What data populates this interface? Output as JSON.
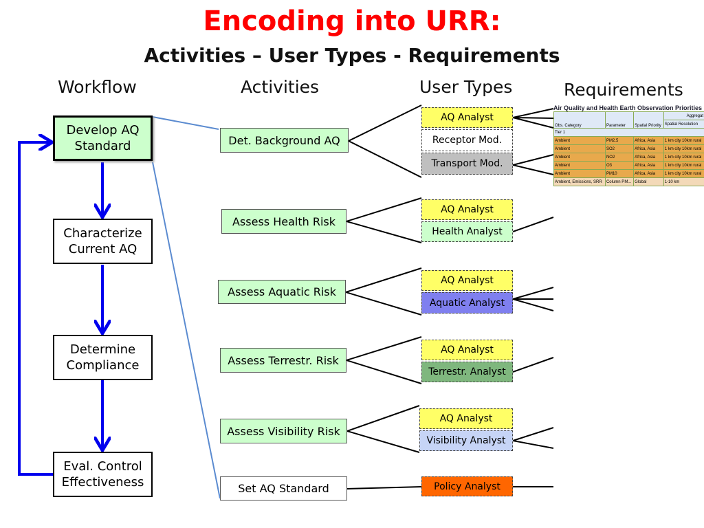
{
  "title": "Encoding into URR:",
  "subtitle": "Activities – User Types - Requirements",
  "columns": {
    "workflow": "Workflow",
    "activities": "Activities",
    "user_types": "User Types",
    "requirements": "Requirements"
  },
  "workflow": [
    "Develop AQ Standard",
    "Characterize Current AQ",
    "Determine Compliance",
    "Eval. Control Effectiveness"
  ],
  "activities": [
    "Det. Background AQ",
    "Assess Health Risk",
    "Assess Aquatic Risk",
    "Assess Terrestr. Risk",
    "Assess Visibility Risk",
    "Set  AQ Standard"
  ],
  "user_types": [
    [
      {
        "label": "AQ Analyst",
        "color": "#ffff66"
      },
      {
        "label": "Receptor Mod.",
        "color": "#ffffff"
      },
      {
        "label": "Transport Mod.",
        "color": "#bfbfbf"
      }
    ],
    [
      {
        "label": "AQ Analyst",
        "color": "#ffff66"
      },
      {
        "label": "Health Analyst",
        "color": "#ccffcc"
      }
    ],
    [
      {
        "label": "AQ Analyst",
        "color": "#ffff66"
      },
      {
        "label": "Aquatic Analyst",
        "color": "#7f7fef"
      }
    ],
    [
      {
        "label": "AQ Analyst",
        "color": "#ffff66"
      },
      {
        "label": "Terrestr. Analyst",
        "color": "#7fb77e"
      }
    ],
    [
      {
        "label": "AQ Analyst",
        "color": "#ffff66"
      },
      {
        "label": "Visibility Analyst",
        "color": "#c6d4f6"
      }
    ],
    [
      {
        "label": "Policy Analyst",
        "color": "#ff6600"
      }
    ]
  ],
  "requirements_table": {
    "title": "Air Quality and Health Earth Observation Priorities",
    "group_header": "Aggregat",
    "headers": [
      "Obs. Category",
      "Parameter",
      "Spatial Priority",
      "Spatial Resolution"
    ],
    "section": "Tier 1",
    "rows": [
      [
        "Ambient",
        "PM2.5",
        "Africa, Asia",
        "1 km city  10km rural"
      ],
      [
        "Ambient",
        "SO2",
        "Africa, Asia",
        "1 km city  10km rural"
      ],
      [
        "Ambient",
        "NO2",
        "Africa, Asia",
        "1 km city  10km rural"
      ],
      [
        "Ambient",
        "O3",
        "Africa, Asia",
        "1 km city  10km rural"
      ],
      [
        "Ambient",
        "PM10",
        "Africa, Asia",
        "1 km city  10km rural"
      ],
      [
        "Ambient, Emissions, SRR",
        "Column PM...",
        "Global",
        "1-10 km"
      ]
    ]
  }
}
